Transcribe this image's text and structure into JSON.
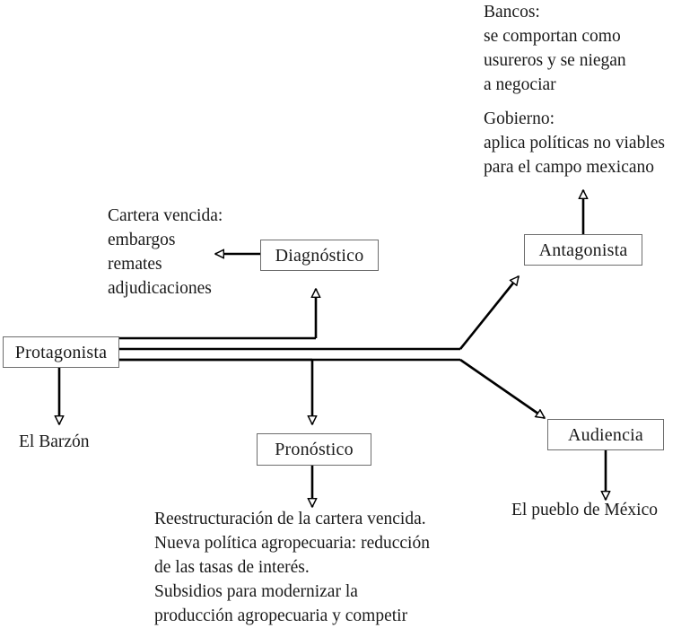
{
  "diagram": {
    "type": "flowchart",
    "title": "Analisis dramatistico El Barzon",
    "background_color": "#ffffff",
    "line_color": "#000000",
    "box_border_color": "#6d6d6d",
    "text_color": "#1a1a1a"
  },
  "nodes": {
    "protagonista": {
      "label": "Protagonista"
    },
    "diagnostico": {
      "label": "Diagnóstico"
    },
    "pronostico": {
      "label": "Pronóstico"
    },
    "antagonista": {
      "label": "Antagonista"
    },
    "audiencia": {
      "label": "Audiencia"
    }
  },
  "annotations": {
    "bancos": {
      "heading": "Bancos:",
      "lines": [
        "se comportan como",
        "usureros y se niegan",
        "a negociar"
      ],
      "full_text": "Bancos:\nse comportan como\nusureros y se niegan\na negociar"
    },
    "gobierno": {
      "heading": "Gobierno:",
      "lines": [
        "aplica políticas no viables",
        "para el campo mexicano"
      ],
      "full_text": "Gobierno:\naplica políticas no viables\npara el campo mexicano"
    },
    "cartera_vencida": {
      "heading": "Cartera vencida:",
      "lines": [
        "embargos",
        "remates",
        "adjudicaciones"
      ],
      "full_text": "Cartera vencida:\nembargos\nremates\nadjudicaciones"
    },
    "pronostico_detalle": {
      "lines": [
        "Reestructuración de la cartera vencida.",
        "Nueva política agropecuaria: reducción",
        "de las tasas de interés.",
        "Subsidios para modernizar la",
        "producción agropecuaria y competir"
      ],
      "full_text": "Reestructuración de la cartera vencida.\nNueva política agropecuaria: reducción\nde las tasas de interés.\nSubsidios para modernizar la\nproducción agropecuaria y competir"
    }
  },
  "leaf_labels": {
    "el_barzon": "El Barzón",
    "el_pueblo_de_mexico": "El pueblo de México"
  }
}
